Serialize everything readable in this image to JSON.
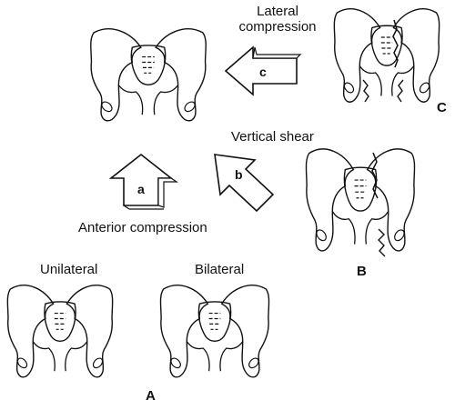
{
  "labels": {
    "lateral_compression": "Lateral\ncompression",
    "vertical_shear": "Vertical shear",
    "anterior_compression": "Anterior compression",
    "unilateral": "Unilateral",
    "bilateral": "Bilateral"
  },
  "panel_letters": {
    "A": "A",
    "B": "B",
    "C": "C"
  },
  "arrow_letters": {
    "a": "a",
    "b": "b",
    "c": "c"
  },
  "colors": {
    "stroke": "#111111",
    "background": "#ffffff"
  }
}
